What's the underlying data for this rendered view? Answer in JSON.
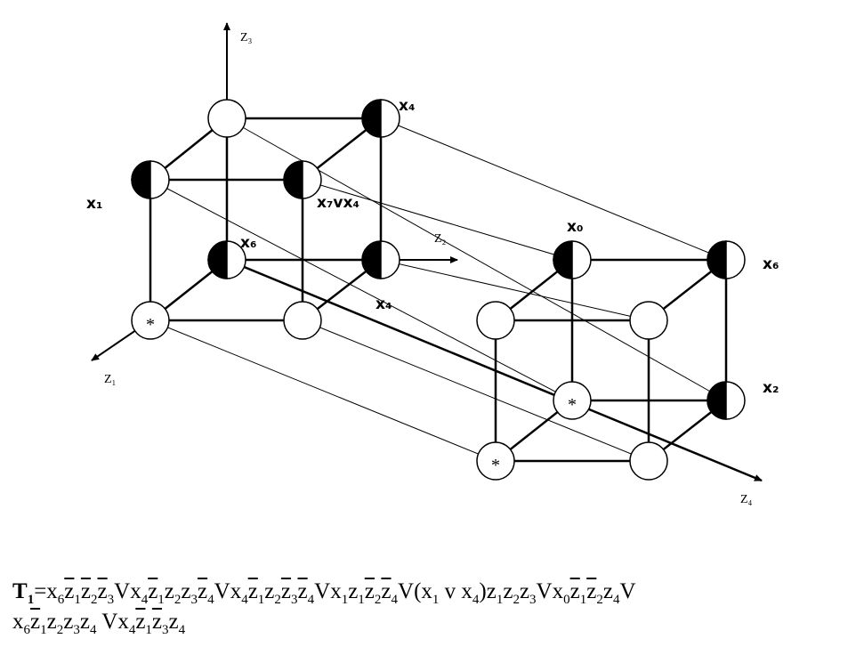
{
  "axes": {
    "z1": "Z₁",
    "z2": "Z₂",
    "z3": "Z₃",
    "z4": "Z₄"
  },
  "node_labels": {
    "x4_top": "x₄",
    "x1": "x₁",
    "x7vx4": "x₇vx₄",
    "x6_left": "x₆",
    "x4_mid": "x₄",
    "x0": "x₀",
    "x6_right": "x₆",
    "x2": "x₂"
  },
  "star_mark": "*",
  "formula": {
    "lhs": "T",
    "lhs_sub": "1",
    "eq": "=",
    "or": "V"
  }
}
